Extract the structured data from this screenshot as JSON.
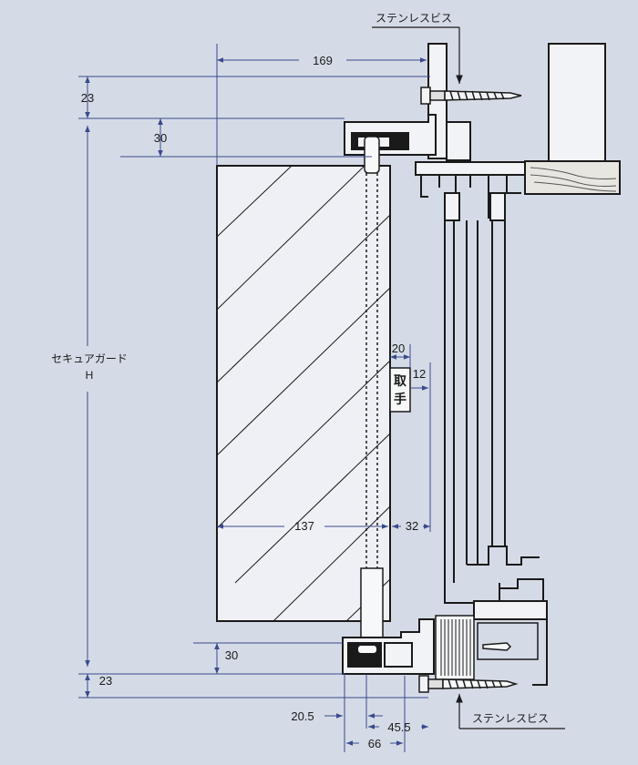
{
  "top_label": "ステンレスビス",
  "bottom_label": "ステンレスビス",
  "side_label": "セキュアガード",
  "height_symbol": "H",
  "handle_label_1": "取",
  "handle_label_2": "手",
  "dimensions": {
    "width_169": "169",
    "top_offset_23": "23",
    "top_gap_30": "30",
    "handle_width_20": "20",
    "handle_depth_12": "12",
    "panel_137": "137",
    "gap_32": "32",
    "bottom_gap_30": "30",
    "bottom_offset_23": "23",
    "dim_20_5": "20.5",
    "dim_45_5": "45.5",
    "dim_66": "66"
  },
  "colors": {
    "background": "#d5dbe6",
    "dimension_line": "#3a4a8e",
    "outline": "#1a1a1a",
    "panel_fill": "#eef0f5"
  }
}
